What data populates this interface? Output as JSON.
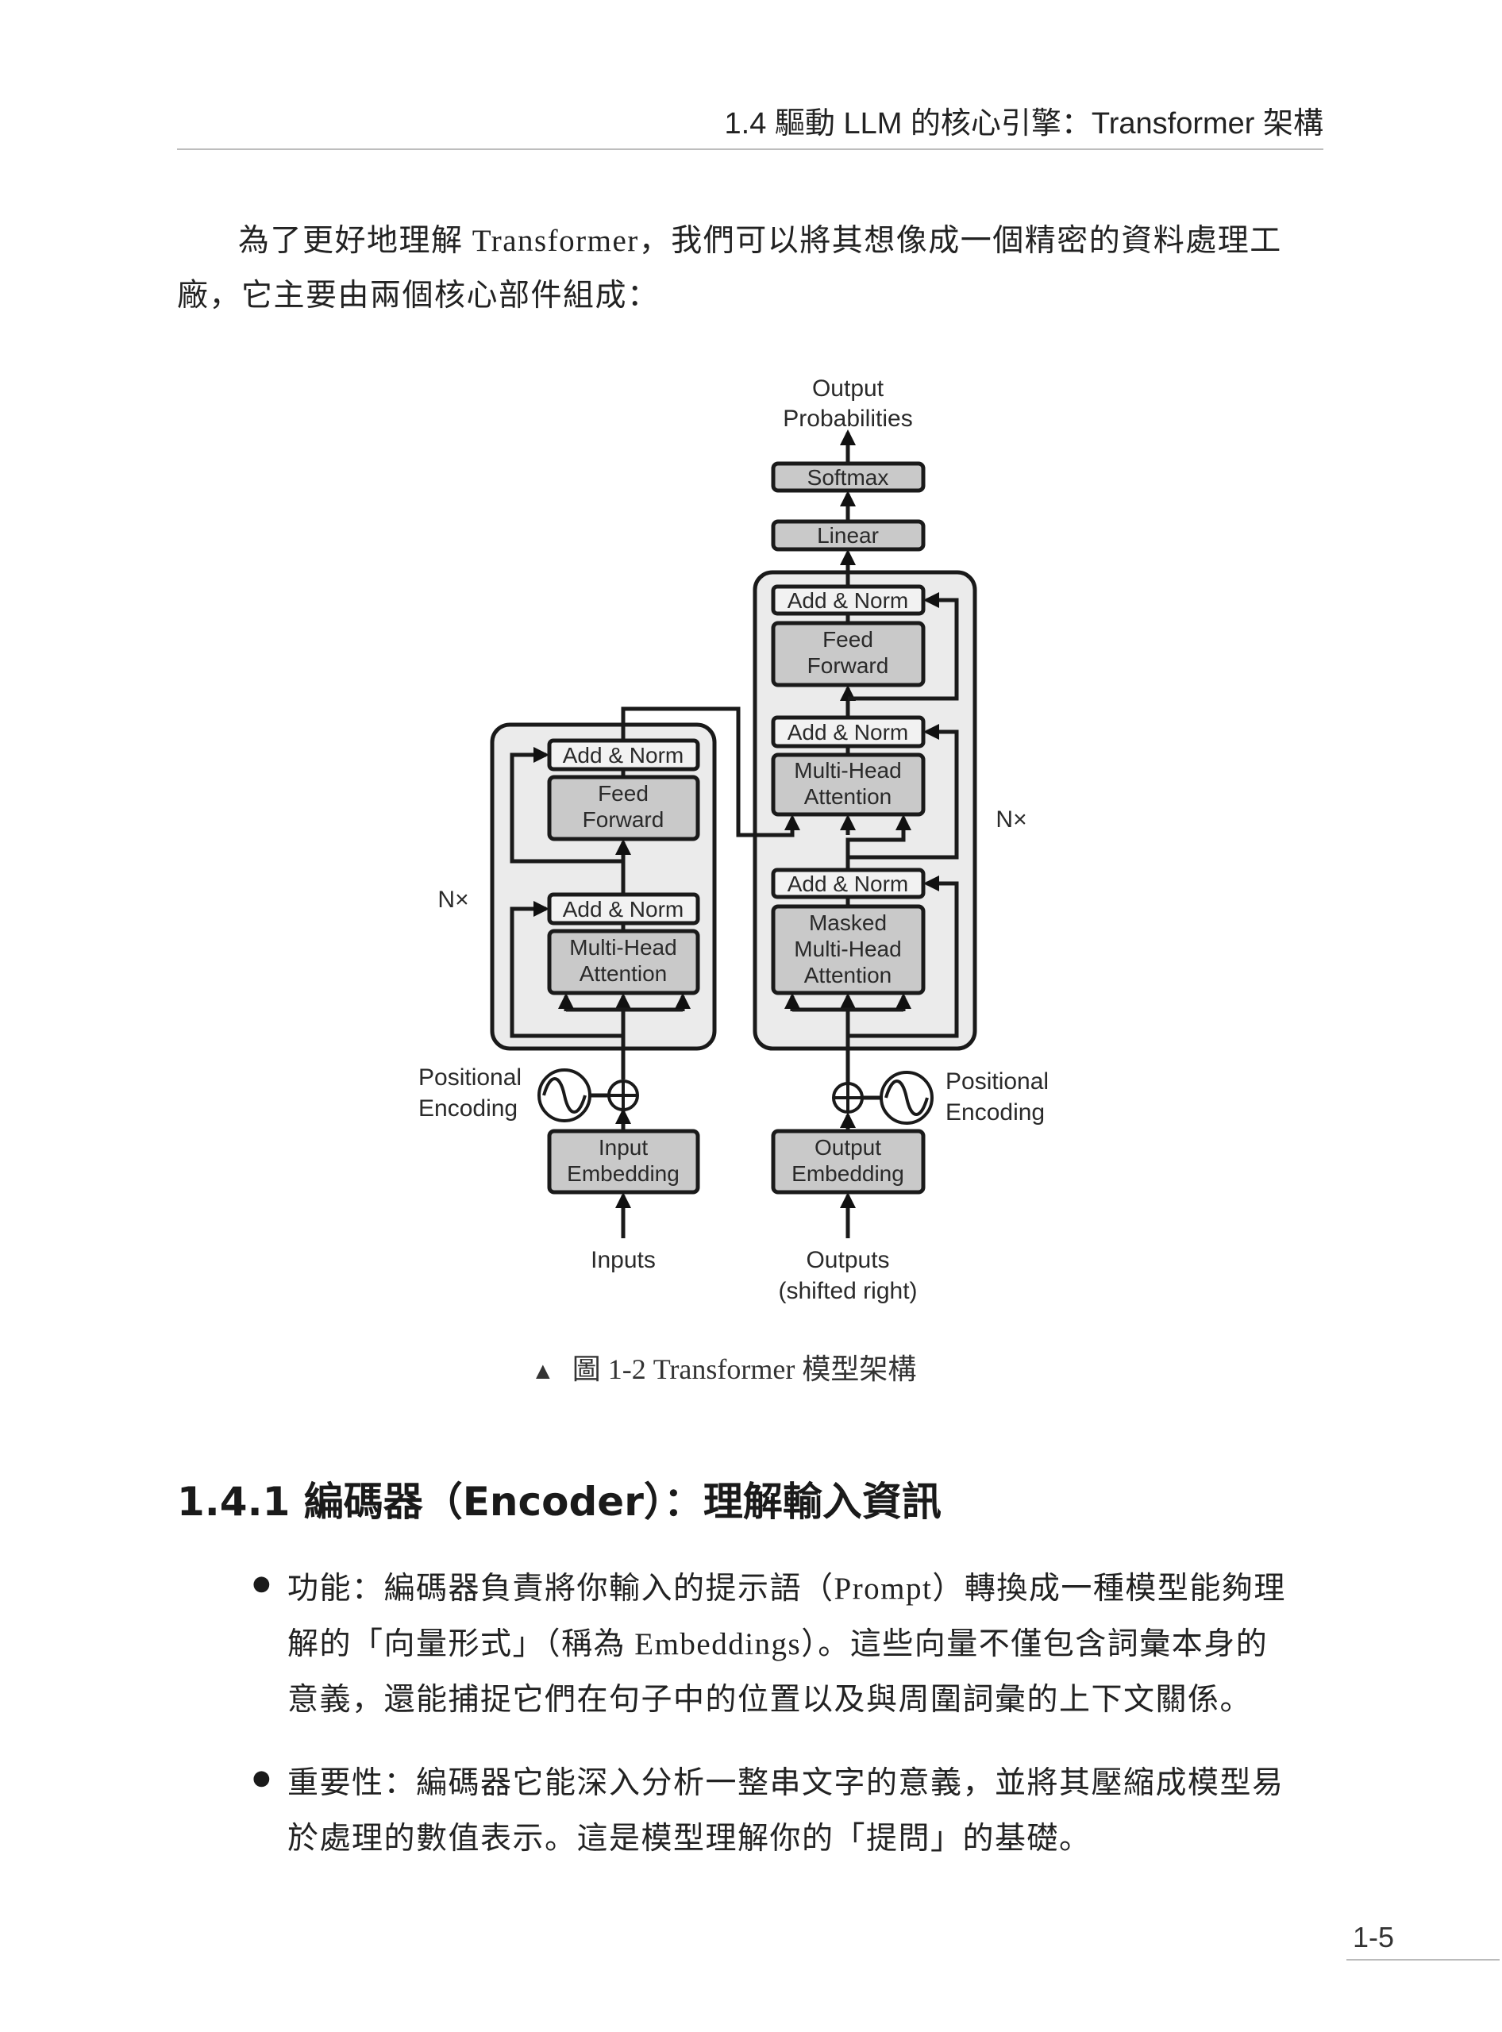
{
  "header": {
    "title": "1.4  驅動 LLM 的核心引擎：Transformer 架構"
  },
  "intro": {
    "lines": [
      "為了更好地理解 Transformer，我們可以將其想像成一個精密的資料處理工",
      "廠，它主要由兩個核心部件組成："
    ]
  },
  "figure": {
    "output_probabilities": [
      "Output",
      "Probabilities"
    ],
    "softmax": "Softmax",
    "linear": "Linear",
    "add_norm": "Add & Norm",
    "feed_forward": [
      "Feed",
      "Forward"
    ],
    "multi_head_attention": [
      "Multi-Head",
      "Attention"
    ],
    "masked_multi_head_attention": [
      "Masked",
      "Multi-Head",
      "Attention"
    ],
    "nx": "N×",
    "positional_encoding": [
      "Positional",
      "Encoding"
    ],
    "input_embedding": [
      "Input",
      "Embedding"
    ],
    "output_embedding": [
      "Output",
      "Embedding"
    ],
    "inputs": "Inputs",
    "outputs": [
      "Outputs",
      "(shifted right)"
    ],
    "caption_icon": "triangle-icon",
    "caption": "圖 1-2  Transformer 模型架構"
  },
  "section": {
    "heading": "1.4.1  編碼器（Encoder）：理解輸入資訊",
    "bullets": [
      {
        "lines": [
          "功能：編碼器負責將你輸入的提示語（Prompt）轉換成一種模型能夠理",
          "解的「向量形式」（稱為 Embeddings）。這些向量不僅包含詞彙本身的",
          "意義，還能捕捉它們在句子中的位置以及與周圍詞彙的上下文關係。"
        ]
      },
      {
        "lines": [
          "重要性：編碼器它能深入分析一整串文字的意義，並將其壓縮成模型易",
          "於處理的數值表示。這是模型理解你的「提問」的基礎。"
        ]
      }
    ]
  },
  "footer": {
    "page_number": "1-5"
  }
}
